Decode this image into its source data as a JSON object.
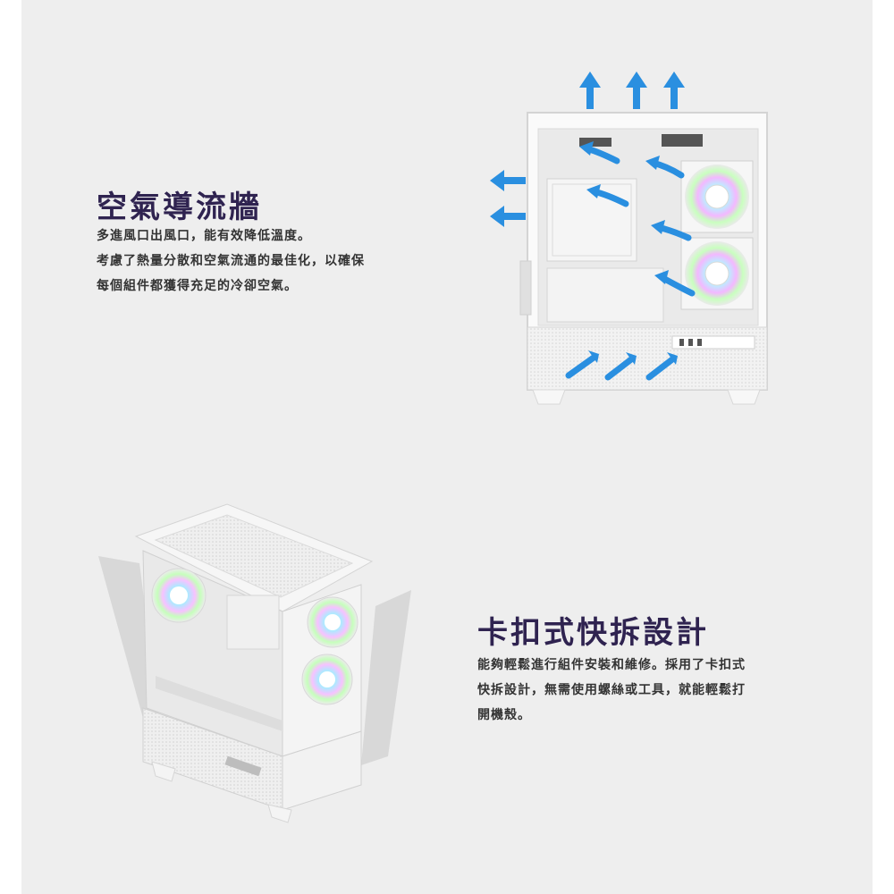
{
  "colors": {
    "background": "#eeeeee",
    "title": "#2f2350",
    "text": "#333333",
    "arrow": "#2a8fe0",
    "case": "#f4f4f4"
  },
  "section1": {
    "title": "空氣導流牆",
    "lines": [
      "多進風口出風口，能有效降低溫度。",
      "考慮了熱量分散和空氣流通的最佳化，以確保",
      "每個組件都獲得充足的冷卻空氣。"
    ],
    "image": {
      "subject": "white-pc-case-side-view",
      "arrow_icons": [
        "arrow-up-icon",
        "arrow-left-icon",
        "arrow-diagonal-icon"
      ]
    }
  },
  "section2": {
    "title": "卡扣式快拆設計",
    "lines": [
      "能夠輕鬆進行組件安裝和維修。採用了卡扣式",
      "快拆設計，無需使用螺絲或工具，就能輕鬆打",
      "開機殼。"
    ],
    "image": {
      "subject": "white-pc-case-3d-view-with-removed-glass-panels"
    }
  }
}
